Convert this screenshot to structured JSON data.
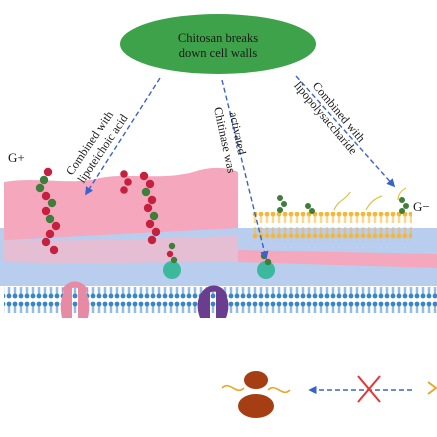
{
  "diagram": {
    "title_ellipse": {
      "line1": "Chitosan breaks",
      "line2": "down cell walls",
      "fill": "#3ea24a"
    },
    "labels": {
      "gram_positive": "G+",
      "gram_negative": "G−",
      "combined_lta_line1": "Combined with",
      "combined_lta_line2": "lipoteichoic acid",
      "chitinase_line1": "Chitinase was",
      "chitinase_line2": "activated",
      "combined_lps_line1": "Combined with",
      "combined_lps_line2": "lipopolysaccharide"
    },
    "colors": {
      "peptidoglycan_pink": "#f4a7bd",
      "membrane_blue": "#3a84c9",
      "periplasm_lightblue": "#b9cdee",
      "outer_membrane_orange": "#f5b73a",
      "teichoic_red": "#c5213f",
      "teichoic_green": "#3f7d3a",
      "enzyme_teal": "#3bb89d",
      "protein_pink": "#e78aa3",
      "protein_purple": "#6a3d8f",
      "arrow_blue": "#3a63c9",
      "cross_red": "#e53535",
      "brown": "#a63e14"
    }
  }
}
